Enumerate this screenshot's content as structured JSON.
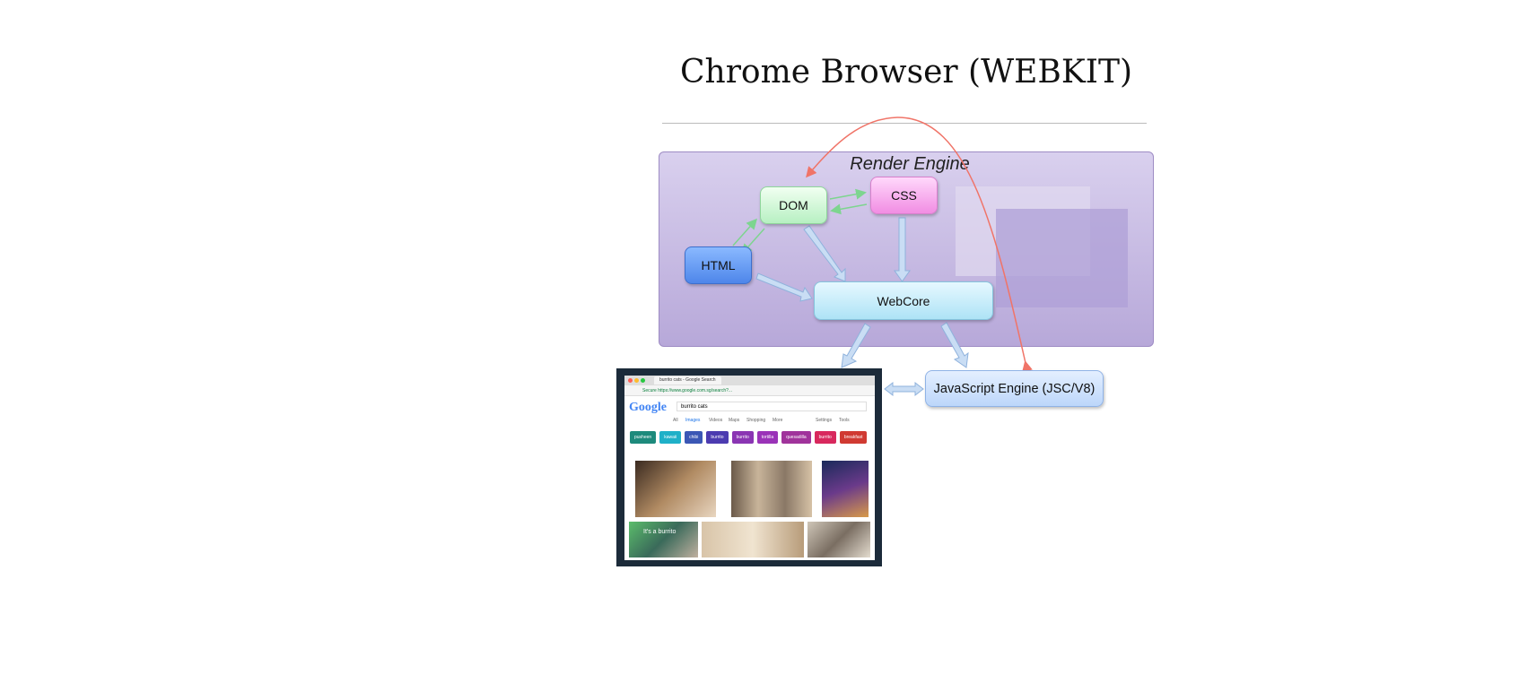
{
  "title": "Chrome Browser (WEBKIT)",
  "render_engine": {
    "label": "Render Engine",
    "nodes": {
      "dom": "DOM",
      "css": "CSS",
      "html": "HTML",
      "webcore": "WebCore"
    }
  },
  "js_engine": "JavaScript Engine (JSC/V8)",
  "screenshot": {
    "tab_title": "burrito cats - Google Search",
    "url": "Secure  https://www.google.com.sg/search?...",
    "logo": "Google",
    "query": "burrito cats",
    "nav_tabs": [
      "All",
      "Images",
      "Videos",
      "Maps",
      "Shopping",
      "More",
      "Settings",
      "Tools"
    ],
    "chips": [
      {
        "label": "pusheen",
        "color": "#1d8a7c"
      },
      {
        "label": "kawaii",
        "color": "#1fb0c8"
      },
      {
        "label": "chibi",
        "color": "#3b57b5"
      },
      {
        "label": "burrito",
        "color": "#4c3bb0"
      },
      {
        "label": "burrito",
        "color": "#8a35b3"
      },
      {
        "label": "tortilla",
        "color": "#9a33b8"
      },
      {
        "label": "quesadilla",
        "color": "#a0339b"
      },
      {
        "label": "burrito",
        "color": "#d8285d"
      },
      {
        "label": "breakfast",
        "color": "#d03a32"
      }
    ],
    "caption": "It's a burrito"
  },
  "colors": {
    "red_arrow": "#f07468",
    "green_arrow": "#7dd58f",
    "blue_arrow": "#a9c8ea"
  }
}
